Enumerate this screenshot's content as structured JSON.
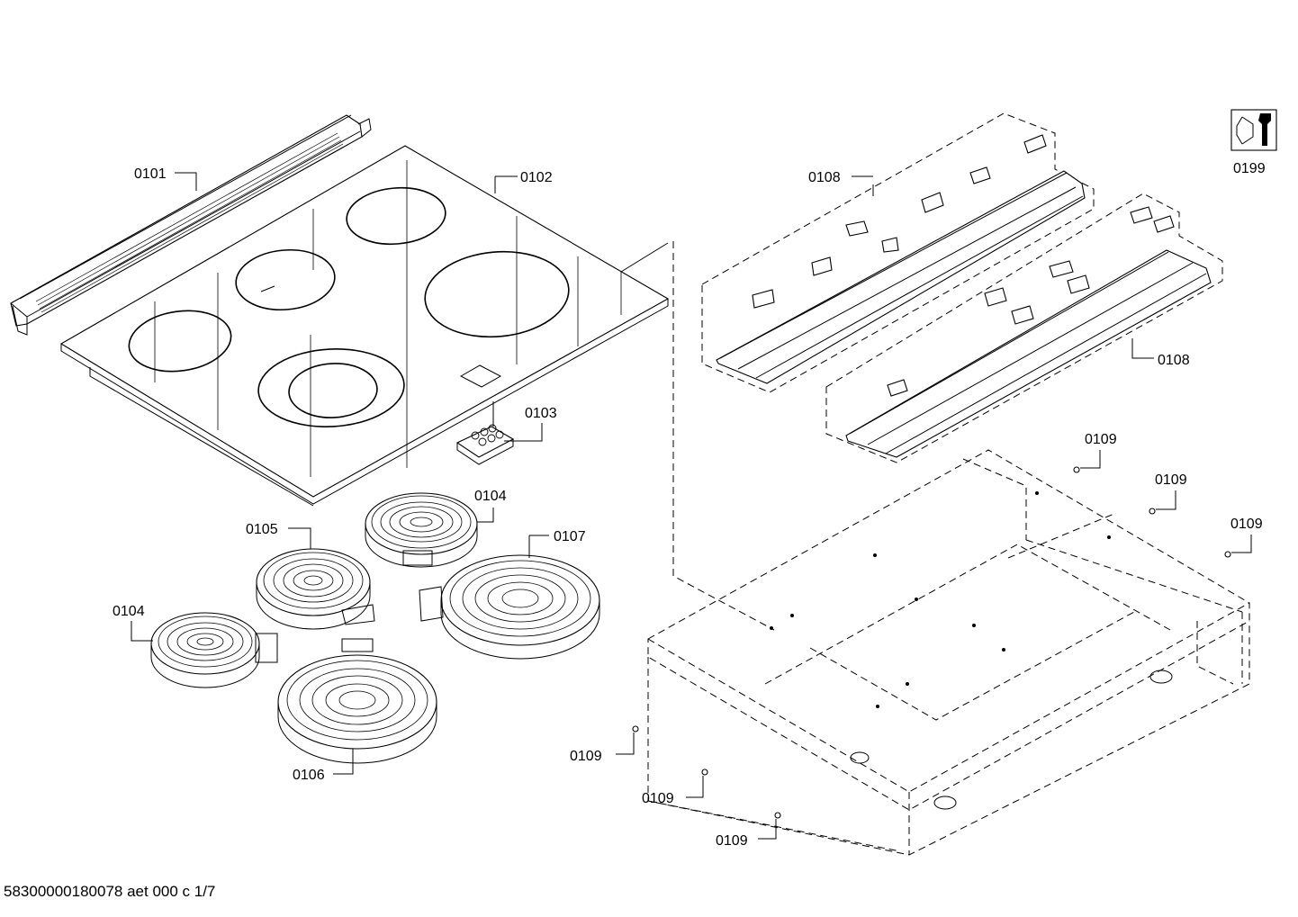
{
  "parts": [
    {
      "id": "0101"
    },
    {
      "id": "0102"
    },
    {
      "id": "0103"
    },
    {
      "id": "0104"
    },
    {
      "id": "0104"
    },
    {
      "id": "0105"
    },
    {
      "id": "0106"
    },
    {
      "id": "0107"
    },
    {
      "id": "0108"
    },
    {
      "id": "0108"
    },
    {
      "id": "0109"
    },
    {
      "id": "0109"
    },
    {
      "id": "0109"
    },
    {
      "id": "0109"
    },
    {
      "id": "0109"
    },
    {
      "id": "0109"
    },
    {
      "id": "0199"
    }
  ],
  "footer": "58300000180078 aet 000 c 1/7"
}
